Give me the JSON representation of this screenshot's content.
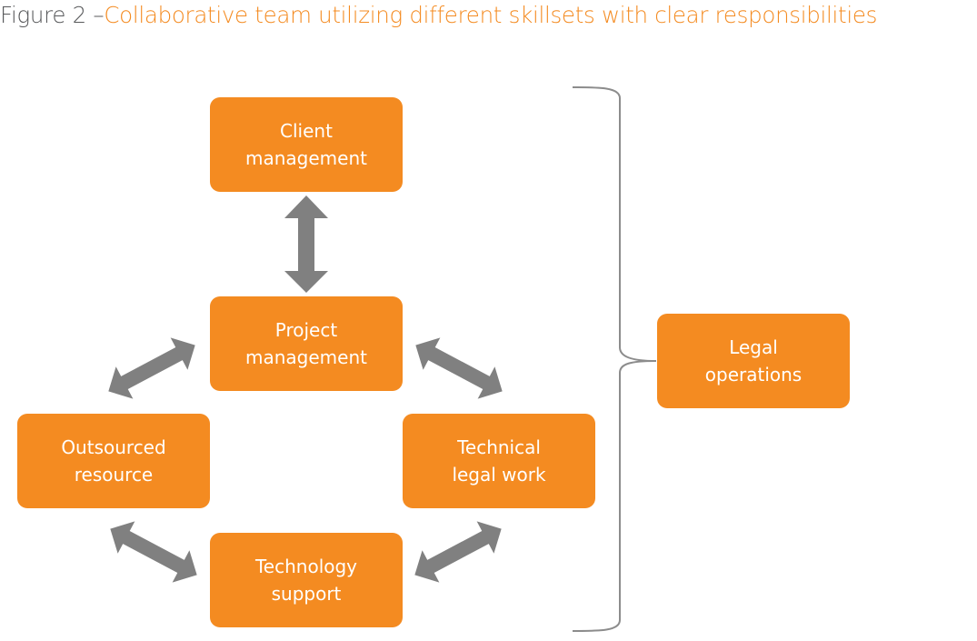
{
  "figure": {
    "prefix": "Figure 2 –",
    "title": "Collaborative team utilizing different skillsets with clear responsibilities"
  },
  "colors": {
    "accent": "#f48b21",
    "arrow": "#808080",
    "bracket": "#8c8c8c",
    "prefix_text": "#58595b"
  },
  "nodes": {
    "client": {
      "label": "Client\nmanagement"
    },
    "project": {
      "label": "Project\nmanagement"
    },
    "outsourced": {
      "label": "Outsourced\nresource"
    },
    "technical": {
      "label": "Technical\nlegal work"
    },
    "technology": {
      "label": "Technology\nsupport"
    },
    "legal_ops": {
      "label": "Legal\noperations"
    }
  },
  "connections": [
    {
      "from": "client",
      "to": "project",
      "type": "bidirectional"
    },
    {
      "from": "project",
      "to": "outsourced",
      "type": "bidirectional"
    },
    {
      "from": "project",
      "to": "technical",
      "type": "bidirectional"
    },
    {
      "from": "outsourced",
      "to": "technology",
      "type": "bidirectional"
    },
    {
      "from": "technical",
      "to": "technology",
      "type": "bidirectional"
    }
  ],
  "grouping": {
    "type": "bracket",
    "groups": [
      "client",
      "project",
      "outsourced",
      "technical",
      "technology"
    ],
    "points_to": "legal_ops"
  }
}
